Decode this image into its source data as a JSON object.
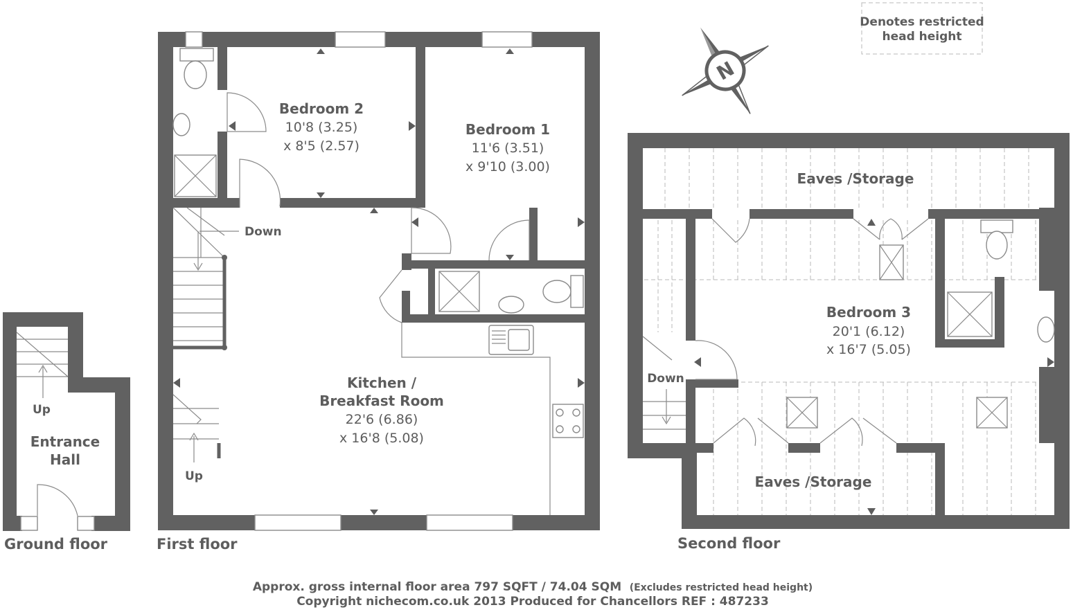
{
  "legend": {
    "line1": "Denotes restricted",
    "line2": "head height"
  },
  "compass": {
    "label": "N"
  },
  "rooms": {
    "bedroom2": {
      "name": "Bedroom 2",
      "dim1": "10'8 (3.25)",
      "dim2": "x 8'5 (2.57)"
    },
    "bedroom1": {
      "name": "Bedroom 1",
      "dim1": "11'6 (3.51)",
      "dim2": "x 9'10 (3.00)"
    },
    "kitchen": {
      "name1": "Kitchen /",
      "name2": "Breakfast Room",
      "dim1": "22'6 (6.86)",
      "dim2": "x 16'8 (5.08)"
    },
    "entrance": {
      "name1": "Entrance",
      "name2": "Hall"
    },
    "bedroom3": {
      "name": "Bedroom 3",
      "dim1": "20'1 (6.12)",
      "dim2": "x 16'7 (5.05)"
    },
    "eaves_top": {
      "name": "Eaves /Storage"
    },
    "eaves_bottom": {
      "name": "Eaves /Storage"
    }
  },
  "stairs": {
    "first_down": "Down",
    "first_up": "Up",
    "ground_up": "Up",
    "second_down": "Down"
  },
  "floors": {
    "ground": "Ground floor",
    "first": "First floor",
    "second": "Second floor"
  },
  "footer": {
    "area_main": "Approx. gross internal floor area 797 SQFT / 74.04 SQM",
    "area_note": "(Excludes restricted head height)",
    "copyright": "Copyright nichecom.co.uk 2013 Produced for Chancellors REF : 487233"
  }
}
